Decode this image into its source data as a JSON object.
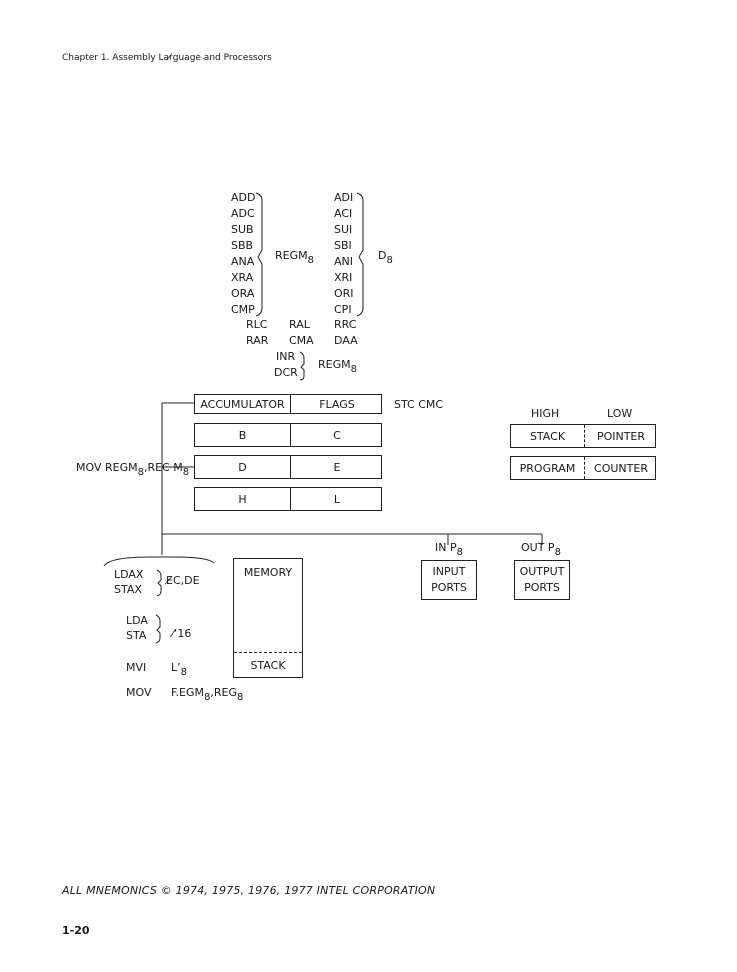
{
  "header": {
    "chapter": "Chapter 1. Assembly Lar̸guage and Processors"
  },
  "group_regm": {
    "mnemonics": [
      "ADD",
      "ADC",
      "SUB",
      "SBB",
      "ANA",
      "XRA",
      "ORA",
      "CMP"
    ],
    "operand": "REGM",
    "operand_sub": "8"
  },
  "group_d8": {
    "mnemonics": [
      "ADI",
      "ACI",
      "SUI",
      "SBI",
      "ANI",
      "XRI",
      "ORI",
      "CPI"
    ],
    "operand": "D",
    "operand_sub": "8"
  },
  "rotate_row1": [
    "RLC",
    "RAL",
    "RRC"
  ],
  "rotate_row2": [
    "RAR",
    "CMA",
    "DAA"
  ],
  "incdec": {
    "mnemonics": [
      "INR",
      "DCR"
    ],
    "operand": "REGM",
    "operand_sub": "8"
  },
  "registers": {
    "row1": [
      "ACCUMULATOR",
      "FLAGS"
    ],
    "row2": [
      "B",
      "C"
    ],
    "row3": [
      "D",
      "E"
    ],
    "row4": [
      "H",
      "L"
    ]
  },
  "carry_ops": "STC  CMC",
  "mov_label": {
    "text": "MOV REGM",
    "sub1": "8",
    "mid": ",REC M",
    "sub2": "8"
  },
  "pointers": {
    "high": "HIGH",
    "low": "LOW",
    "stack": [
      "STACK",
      "POINTER"
    ],
    "program": [
      "PROGRAM",
      "COUNTER"
    ]
  },
  "io": {
    "in_label": "IN P",
    "in_sub": "8",
    "out_label": "OUT P",
    "out_sub": "8",
    "input_box": [
      "INPUT",
      "PORTS"
    ],
    "output_box": [
      "OUTPUT",
      "PORTS"
    ]
  },
  "memory": {
    "title": "MEMORY",
    "stack": "STACK"
  },
  "loadstore": {
    "ldax": [
      "LDAX",
      "STAX"
    ],
    "ldax_operand": "E̸C,DE",
    "lda": [
      "LDA",
      "STA"
    ],
    "lda_operand": "⁄‘16",
    "mvi": "MVI",
    "mvi_operand": "L’",
    "mvi_sub": "8",
    "mov": "MOV",
    "mov_operand": "F.EGM",
    "mov_sub1": "8",
    "mov_mid": ",REG",
    "mov_sub2": "8"
  },
  "footer": "ALL MNEMONICS © 1974, 1975, 1976, 1977 INTEL CORPORATION",
  "page_number": "1-20"
}
